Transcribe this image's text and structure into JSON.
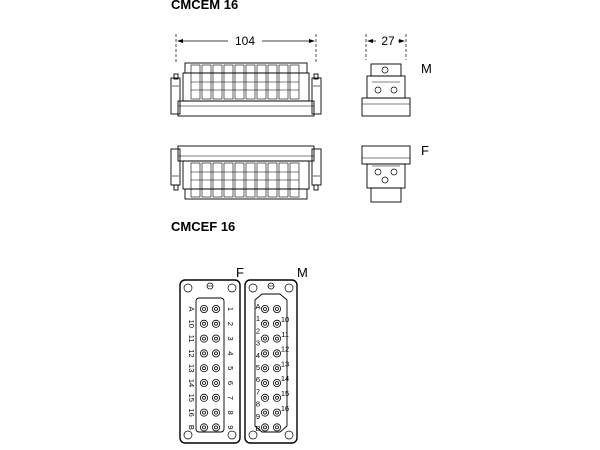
{
  "titles": {
    "top": "CMCEM 16",
    "bottom": "CMCEF 16"
  },
  "dimensions": {
    "length": "104",
    "width": "27"
  },
  "view_tags": {
    "male": "M",
    "female": "F"
  },
  "insert_labels": {
    "female": "F",
    "male": "M"
  },
  "female_insert": {
    "left_column": [
      "A",
      "10",
      "11",
      "12",
      "13",
      "14",
      "15",
      "16",
      "B"
    ],
    "right_column": [
      "1",
      "2",
      "3",
      "4",
      "5",
      "6",
      "7",
      "8",
      "9"
    ]
  },
  "male_insert": {
    "left_column": [
      "A",
      "1",
      "2",
      "3",
      "4",
      "5",
      "6",
      "7",
      "8",
      "9",
      "B"
    ],
    "right_column": [
      "10",
      "11",
      "12",
      "13",
      "14",
      "15",
      "16"
    ]
  }
}
